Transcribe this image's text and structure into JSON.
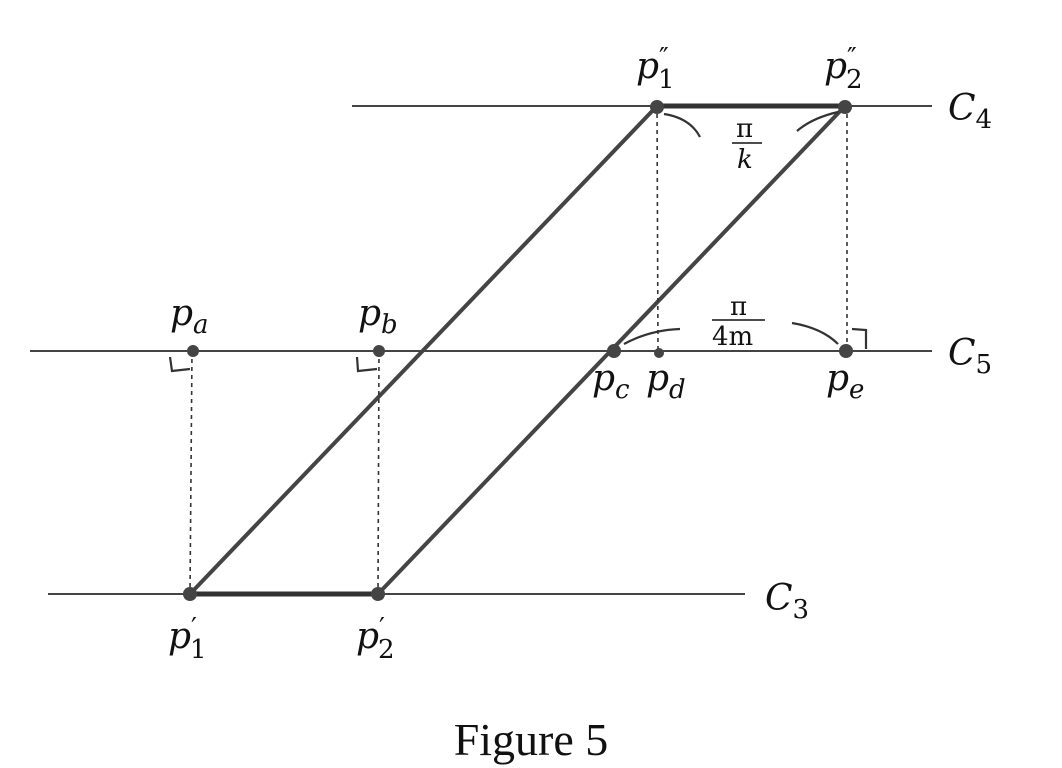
{
  "figure": {
    "caption": "Figure 5",
    "lines": {
      "c4": {
        "main": "C",
        "sub": "4"
      },
      "c5": {
        "main": "C",
        "sub": "5"
      },
      "c3": {
        "main": "C",
        "sub": "3"
      }
    },
    "points": {
      "p1pp": {
        "main": "p",
        "sub": "1",
        "sup": "″"
      },
      "p2pp": {
        "main": "p",
        "sub": "2",
        "sup": "″"
      },
      "pa": {
        "main": "p",
        "sub": "a"
      },
      "pb": {
        "main": "p",
        "sub": "b"
      },
      "pc": {
        "main": "p",
        "sub": "c"
      },
      "pd": {
        "main": "p",
        "sub": "d"
      },
      "pe": {
        "main": "p",
        "sub": "e"
      },
      "p1p": {
        "main": "p",
        "sub": "1",
        "sup": "′"
      },
      "p2p": {
        "main": "p",
        "sub": "2",
        "sup": "′"
      }
    },
    "angles": {
      "pi_over_k": {
        "num": "π",
        "den": "k"
      },
      "pi_over_4m": {
        "num": "π",
        "den": "4m"
      }
    }
  }
}
